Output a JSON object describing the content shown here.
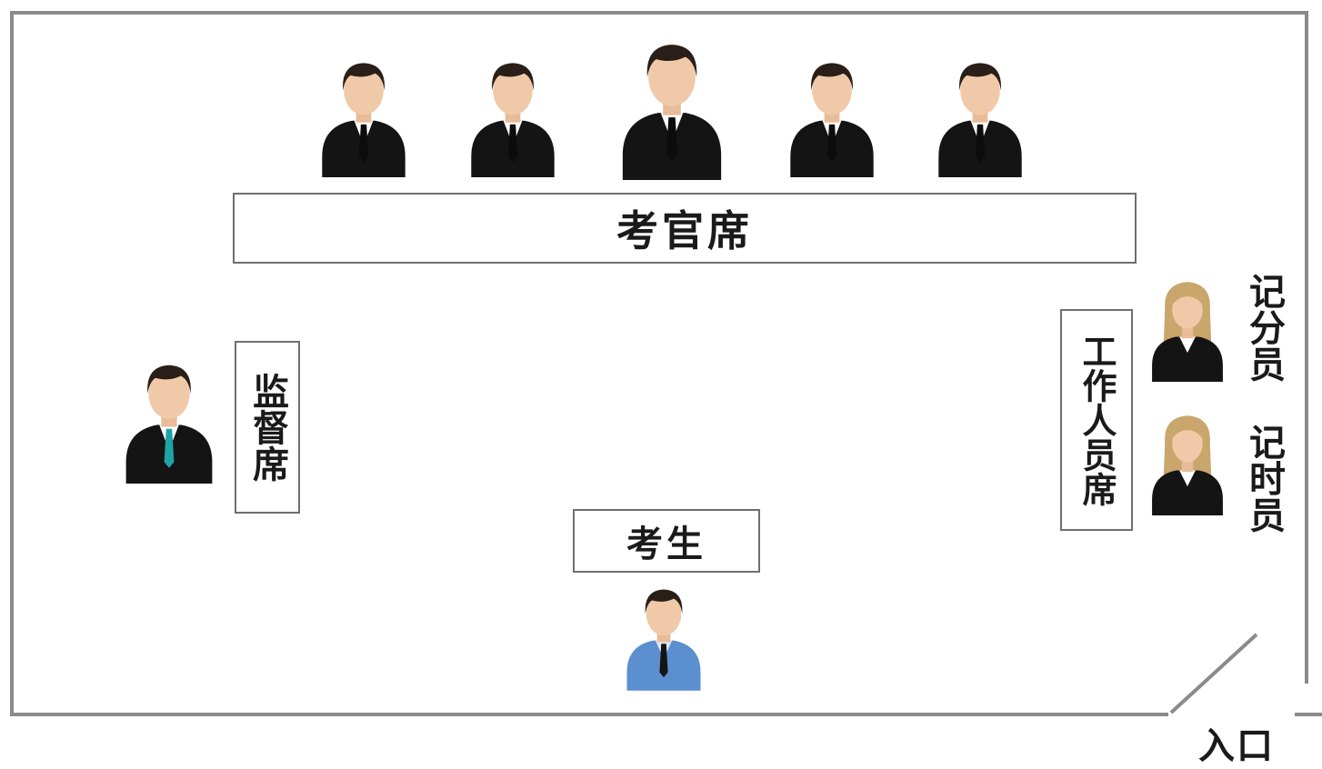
{
  "examiner_seat_label": "考官席",
  "supervisor_seat_label": "监督席",
  "candidate_label": "考生",
  "staff_seat_label": "工作人员席",
  "scorer_label": "记分员",
  "timer_label": "记时员",
  "entrance_label": "入口",
  "colors": {
    "wall": "#8a8a8a",
    "box_border": "#6f6f6f",
    "suit_dark": "#141414",
    "candidate_shirt": "#5b8fd0",
    "skin": "#f0c9a8",
    "hair_dark": "#2a1f18",
    "hair_blonde": "#c9a66b",
    "tie_teal": "#1fa3a8"
  },
  "icons": {
    "examiner": "male-person-suit-icon",
    "supervisor": "male-person-suit-icon",
    "candidate": "male-person-blue-shirt-icon",
    "staff": "female-person-suit-icon"
  }
}
